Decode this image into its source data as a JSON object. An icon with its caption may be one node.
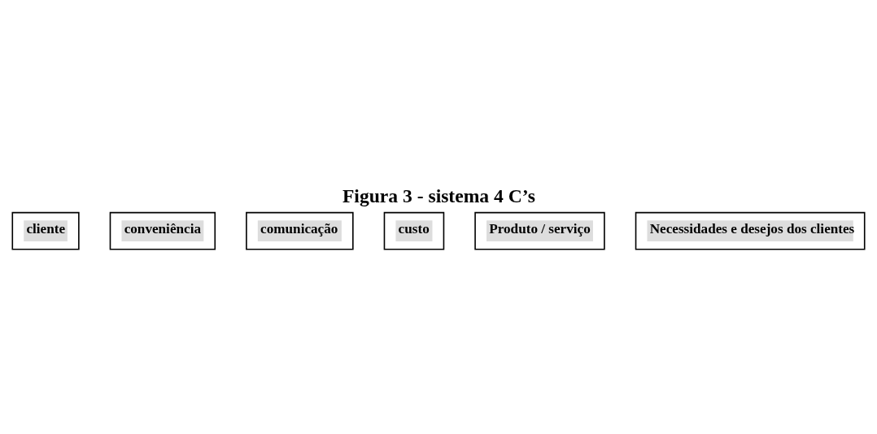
{
  "diagram": {
    "title": "Figura 3 - sistema 4 C’s",
    "nodes": [
      {
        "text": [
          "cliente"
        ]
      },
      {
        "text": [
          "conveniência"
        ]
      },
      {
        "text": [
          "comunicação"
        ]
      },
      {
        "text": [
          "custo"
        ]
      },
      {
        "text": [
          "Produto / serviço"
        ]
      },
      {
        "text": [
          "Necessidades e desejos dos clientes"
        ]
      }
    ]
  }
}
